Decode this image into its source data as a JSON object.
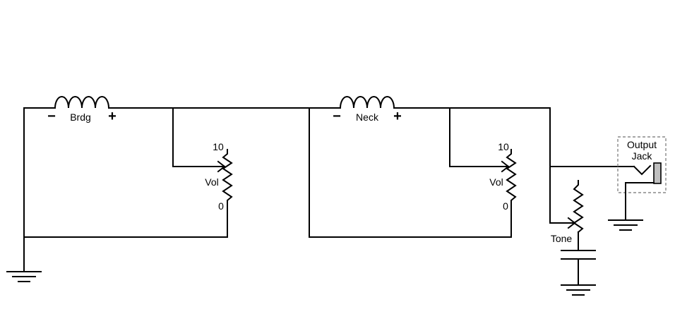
{
  "labels": {
    "bridge_pickup": "Brdg",
    "neck_pickup": "Neck",
    "bridge_minus": "−",
    "bridge_plus": "+",
    "neck_minus": "−",
    "neck_plus": "+",
    "vol1_label": "Vol",
    "vol1_top": "10",
    "vol1_bottom": "0",
    "vol2_label": "Vol",
    "vol2_top": "10",
    "vol2_bottom": "0",
    "tone_label": "Tone",
    "output_line1": "Output",
    "output_line2": "Jack"
  },
  "components": {
    "pickups": [
      "bridge-pickup",
      "neck-pickup"
    ],
    "pots": [
      "bridge-volume-pot",
      "neck-volume-pot",
      "tone-pot"
    ],
    "capacitor": "tone-capacitor",
    "jack": "output-jack",
    "grounds": [
      "ground-left",
      "ground-tone",
      "ground-jack"
    ]
  },
  "colors": {
    "line": "#000000",
    "jack_fill": "#c0c0c0",
    "jack_box": "#888888"
  }
}
